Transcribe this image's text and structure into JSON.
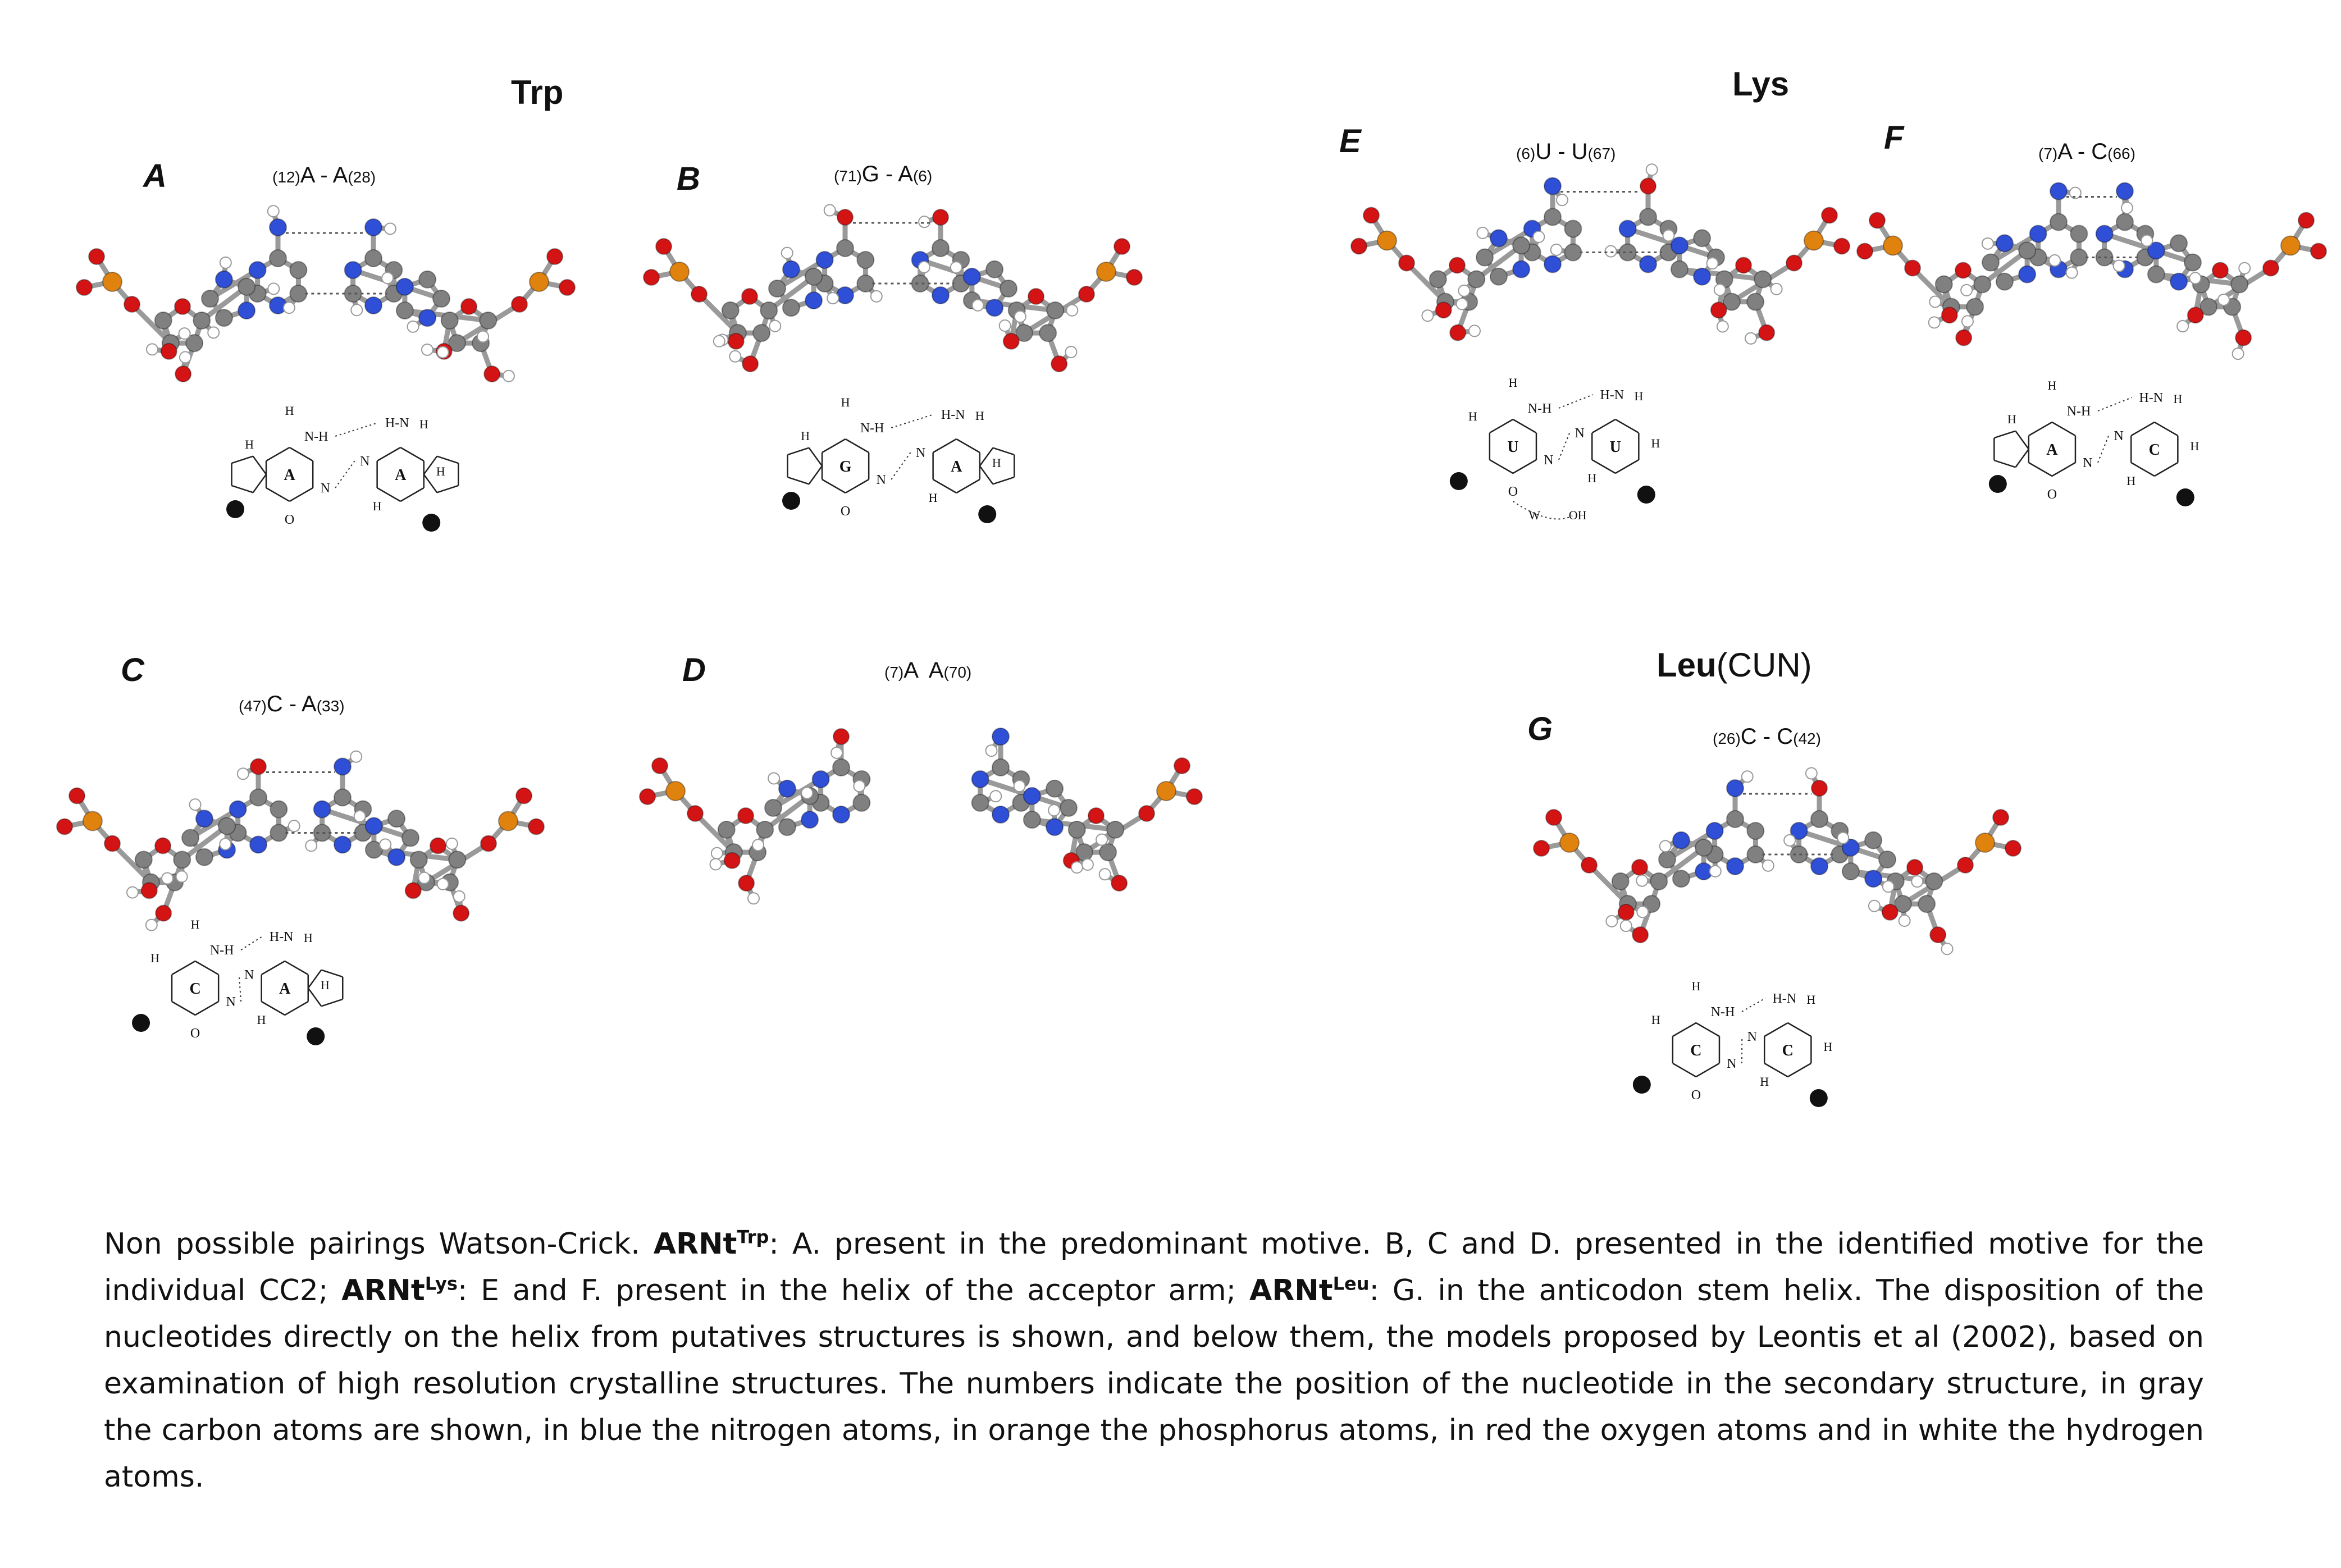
{
  "groups": {
    "trp": "Trp",
    "lys": "Lys",
    "leu": "Leu",
    "leu_suffix": "(CUN)"
  },
  "panels": [
    {
      "letter": "A",
      "n1": "(12)",
      "b1": "A",
      "sep": " - ",
      "b2": "A",
      "n2": "(28)"
    },
    {
      "letter": "B",
      "n1": "(71)",
      "b1": "G",
      "sep": " - ",
      "b2": "A",
      "n2": "(6)"
    },
    {
      "letter": "C",
      "n1": "(47)",
      "b1": "C",
      "sep": " - ",
      "b2": "A",
      "n2": "(33)"
    },
    {
      "letter": "D",
      "n1": "(7)",
      "b1": "A",
      "sep": "  ",
      "b2": "A",
      "n2": "(70)"
    },
    {
      "letter": "E",
      "n1": "(6)",
      "b1": "U",
      "sep": " - ",
      "b2": "U",
      "n2": "(67)"
    },
    {
      "letter": "F",
      "n1": "(7)",
      "b1": "A",
      "sep": " - ",
      "b2": "C",
      "n2": "(66)"
    },
    {
      "letter": "G",
      "n1": "(26)",
      "b1": "C",
      "sep": " - ",
      "b2": "C",
      "n2": "(42)"
    }
  ],
  "schematic_bases": {
    "A": [
      "A",
      "A"
    ],
    "B": [
      "G",
      "A"
    ],
    "C": [
      "C",
      "A"
    ],
    "E": [
      "U",
      "U"
    ],
    "F": [
      "A",
      "C"
    ],
    "G": [
      "C",
      "C"
    ]
  },
  "schematic_atoms": {
    "h": "H",
    "n": "N",
    "o": "O",
    "nh": "N-H",
    "hn": "H-N",
    "w": "W",
    "oh": "OH"
  },
  "caption": {
    "p1": "Non possible pairings Watson-Crick. ",
    "arnt": "ARNt",
    "trp_sup": "Trp",
    "p2": ": A. present in the predominant motive. B, C and D. presented in the identified motive for the individual CC2; ",
    "lys_sup": "Lys",
    "p3": ": E and F. present in the helix of the acceptor arm; ",
    "leu_sup": "Leu",
    "p4": ": G. in the anticodon stem helix. The disposition of the nucleotides directly on the helix from putatives structures is shown, and below them, the models proposed by Leontis et al (2002), based on examination of high resolution crystalline structures. The numbers indicate the position of the nucleotide in the secondary structure, in gray the carbon atoms are shown, in blue the nitrogen atoms, in orange the phosphorus atoms, in red the oxygen atoms and in white the hydrogen atoms."
  },
  "colors": {
    "carbon": "#808080",
    "nitrogen": "#2f4fd6",
    "phosphorus": "#e0820e",
    "oxygen": "#d41414",
    "hydrogen": "#ffffff",
    "bond": "#9a9a9a"
  }
}
